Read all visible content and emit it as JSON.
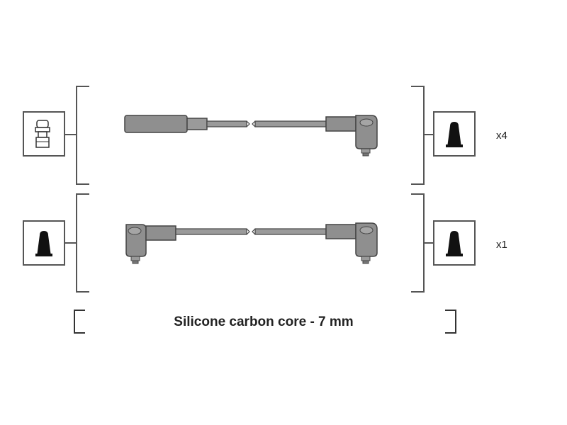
{
  "diagram": {
    "rows": [
      {
        "quantity": "x4",
        "left_terminal_icon": "straight-spark-plug-connector-icon",
        "right_terminal_icon": "boot-connector-icon"
      },
      {
        "quantity": "x1",
        "left_terminal_icon": "boot-connector-icon",
        "right_terminal_icon": "boot-connector-icon"
      }
    ],
    "caption": "Silicone carbon core - 7 mm"
  },
  "colors": {
    "line": "#555555",
    "wire_fill": "#9a9a9a",
    "connector_fill": "#8f8f8f",
    "icon_dark": "#111111"
  }
}
